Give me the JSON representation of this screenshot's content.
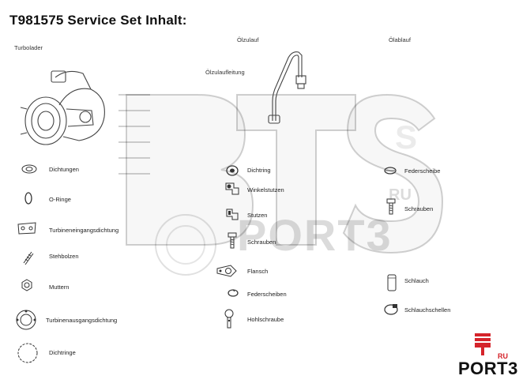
{
  "header": {
    "title": "T981575  Service Set Inhalt:"
  },
  "sections": {
    "turbolader": "Turbolader",
    "oelzulauf": "Ölzulauf",
    "oelablauf": "Ölablauf",
    "oelzulaufleitung": "Ölzulaufleitung"
  },
  "left_items": [
    {
      "label": "Dichtungen",
      "icon": "gasket-icon"
    },
    {
      "label": "O-Ringe",
      "icon": "o-ring-icon"
    },
    {
      "label": "Turbineneingangsdichtung",
      "icon": "gasket-icon"
    },
    {
      "label": "Stehbolzen",
      "icon": "stud-icon"
    },
    {
      "label": "Muttern",
      "icon": "nut-icon"
    },
    {
      "label": "Turbinenausgangsdichtung",
      "icon": "ring-gasket-icon"
    },
    {
      "label": "Dichtringe",
      "icon": "seal-ring-icon"
    }
  ],
  "middle_items": [
    {
      "label": "Dichtring",
      "icon": "seal-ring-icon"
    },
    {
      "label": "Winkelstutzen",
      "icon": "elbow-fitting-icon"
    },
    {
      "label": "Stutzen",
      "icon": "fitting-icon"
    },
    {
      "label": "Schrauben",
      "icon": "bolt-icon"
    },
    {
      "label": "Flansch",
      "icon": "flange-icon"
    },
    {
      "label": "Federscheiben",
      "icon": "spring-washer-icon"
    },
    {
      "label": "Hohlschraube",
      "icon": "banjo-bolt-icon"
    }
  ],
  "right_items": [
    {
      "label": "Federscheibe",
      "icon": "spring-washer-icon"
    },
    {
      "label": "Schrauben",
      "icon": "bolt-icon"
    },
    {
      "label": "Schlauch",
      "icon": "hose-icon"
    },
    {
      "label": "Schlauchschellen",
      "icon": "hose-clamp-icon"
    }
  ],
  "watermark": {
    "big": "BTS",
    "port": "PORT3",
    "ru": "RU"
  },
  "logo": {
    "text": "PORT3",
    "ru": "RU",
    "accent": "#d5232a"
  }
}
